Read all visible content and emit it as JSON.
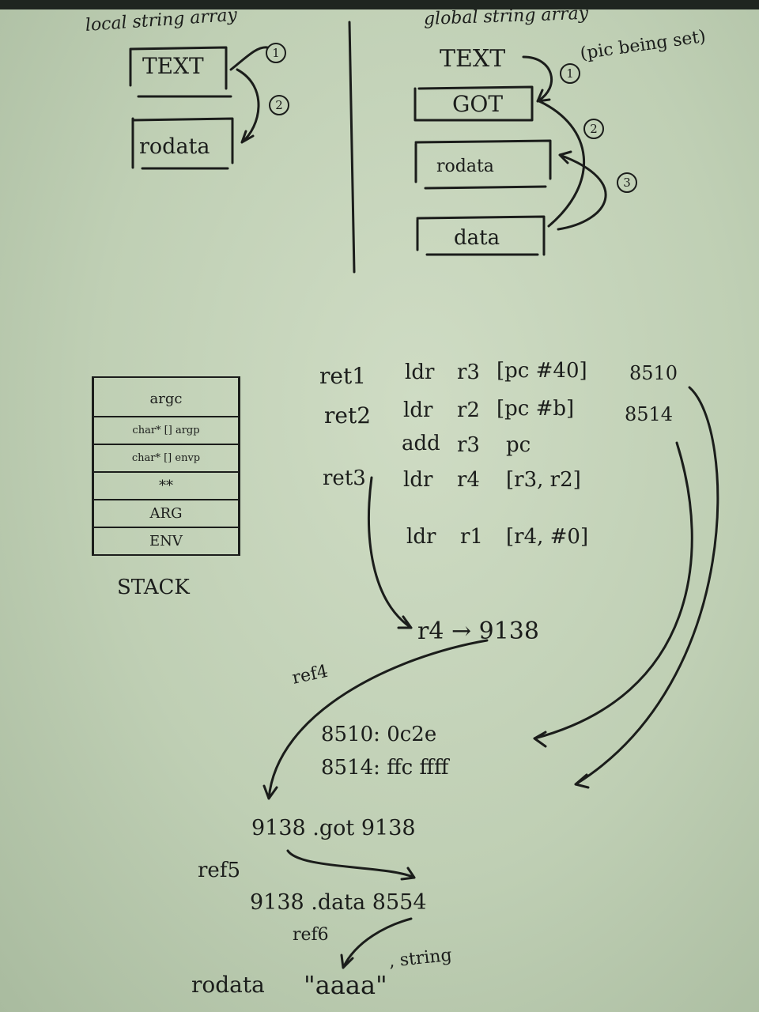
{
  "top_left": {
    "title": "local string array",
    "box_text": "TEXT",
    "box_rodata": "rodata",
    "step1": "1",
    "step2": "2"
  },
  "top_right": {
    "title": "global string array",
    "text_label": "TEXT",
    "pic_note": "(pic being set)",
    "box_got": "GOT",
    "box_rodata": "rodata",
    "box_data": "data",
    "step1": "1",
    "step2": "2",
    "step3": "3"
  },
  "stack": {
    "cells": [
      "argc",
      "char* [] argp",
      "char* [] envp",
      "**",
      "ARG",
      "ENV"
    ],
    "label": "STACK"
  },
  "code": {
    "lines": [
      {
        "ref": "ret1",
        "op": "ldr",
        "reg": "r3",
        "arg": "[pc #40]",
        "addr": "8510"
      },
      {
        "ref": "ret2",
        "op": "ldr",
        "reg": "r2",
        "arg": "[pc #b]",
        "addr": "8514"
      },
      {
        "ref": "",
        "op": "add",
        "reg": "r3",
        "arg": "pc",
        "addr": ""
      },
      {
        "ref": "ret3",
        "op": "ldr",
        "reg": "r4",
        "arg": "[r3, r2]",
        "addr": ""
      },
      {
        "ref": "",
        "op": "ldr",
        "reg": "r1",
        "arg": "[r4, #0]",
        "addr": ""
      }
    ],
    "r4_result": "r4 → 9138"
  },
  "memory": {
    "ref4": "ref4",
    "mem1": "8510:   0c2e",
    "mem2": "8514:   ffc ffff",
    "got_row": "9138   .got      9138",
    "ref5": "ref5",
    "data_row": "9138   .data   8554",
    "ref6": "ref6",
    "rodata_label": "rodata",
    "rodata_value": "\"aaaa\"",
    "string_label": ", string"
  }
}
